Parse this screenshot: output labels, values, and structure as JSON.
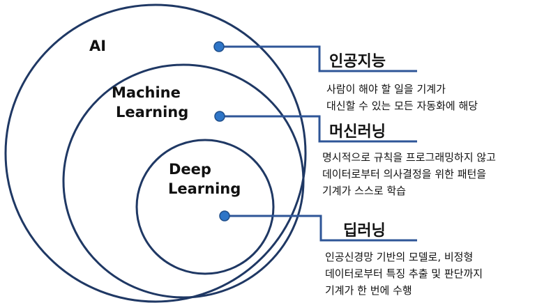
{
  "circles": {
    "ai": "AI",
    "machine_learning": [
      "Machine",
      "Learning"
    ],
    "deep_learning": [
      "Deep",
      "Learning"
    ]
  },
  "colors": {
    "circle": "#1f3864",
    "connector": "#2e5597",
    "dot": "#2e75c7"
  },
  "annotations": [
    {
      "title": "인공지능",
      "lines": [
        "사람이 해야 할 일을 기계가",
        "대신할 수 있는 모든 자동화에 해당"
      ]
    },
    {
      "title": "머신러닝",
      "lines": [
        "명시적으로 규칙을 프로그래밍하지 않고",
        "데이터로부터 의사결정을 위한 패턴을",
        "기계가 스스로 학습"
      ]
    },
    {
      "title": "딥러닝",
      "lines": [
        "인공신경망 기반의 모델로, 비정형",
        "데이터로부터 특징 추출 및 판단까지",
        "기계가 한 번에 수행"
      ]
    }
  ]
}
